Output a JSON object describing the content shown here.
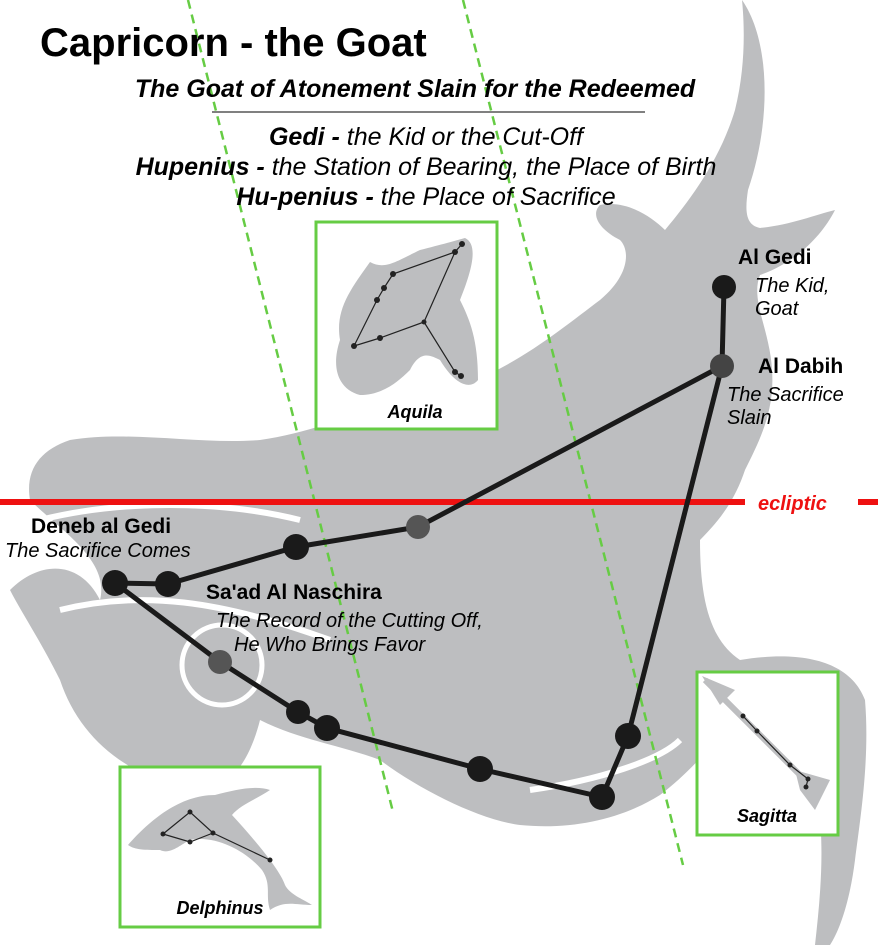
{
  "title": "Capricorn - the Goat",
  "subtitle": "The Goat of Atonement Slain for the Redeemed",
  "meanings": [
    {
      "name": "Gedi -",
      "meaning": " the Kid or the Cut-Off"
    },
    {
      "name": "Hupenius -",
      "meaning": " the Station of Bearing, the Place of Birth"
    },
    {
      "name": "Hu-penius -",
      "meaning": " the Place of Sacrifice"
    }
  ],
  "stars": [
    {
      "name": "Al Gedi",
      "meaning_lines": [
        "The Kid,",
        "Goat"
      ]
    },
    {
      "name": "Al Dabih",
      "meaning_lines": [
        "The Sacrifice",
        "Slain"
      ]
    },
    {
      "name": "Deneb al Gedi",
      "meaning_lines": [
        "The Sacrifice Comes"
      ]
    },
    {
      "name": "Sa'ad Al Naschira",
      "meaning_lines": [
        "The Record of the Cutting Off,",
        "He Who Brings Favor"
      ]
    }
  ],
  "ecliptic_label": "ecliptic",
  "insets": [
    {
      "name": "Aquila"
    },
    {
      "name": "Sagitta"
    },
    {
      "name": "Delphinus"
    }
  ],
  "colors": {
    "ecliptic": "#ee1111",
    "inset_border": "#66cc44",
    "dashed": "#66cc44",
    "silhouette": "#bdbec0",
    "star": "#1a1a1a"
  }
}
